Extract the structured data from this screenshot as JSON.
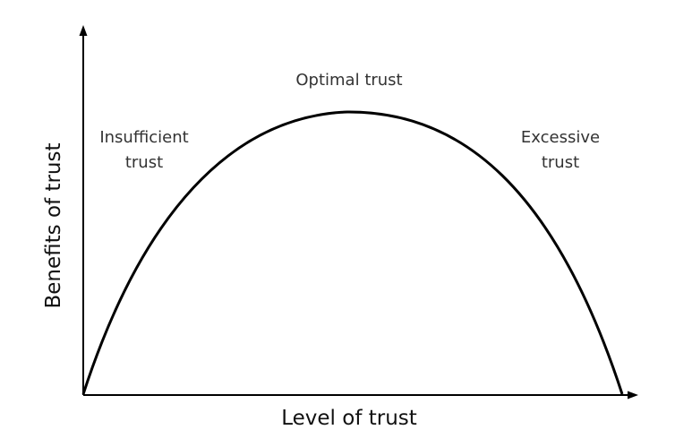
{
  "axes": {
    "x_title": "Level of trust",
    "y_title": "Benefits of trust"
  },
  "zones": {
    "insufficient": {
      "line1": "Insufficient",
      "line2": "trust"
    },
    "optimal": {
      "line1": "Optimal trust"
    },
    "excessive": {
      "line1": "Excessive",
      "line2": "trust"
    }
  }
}
